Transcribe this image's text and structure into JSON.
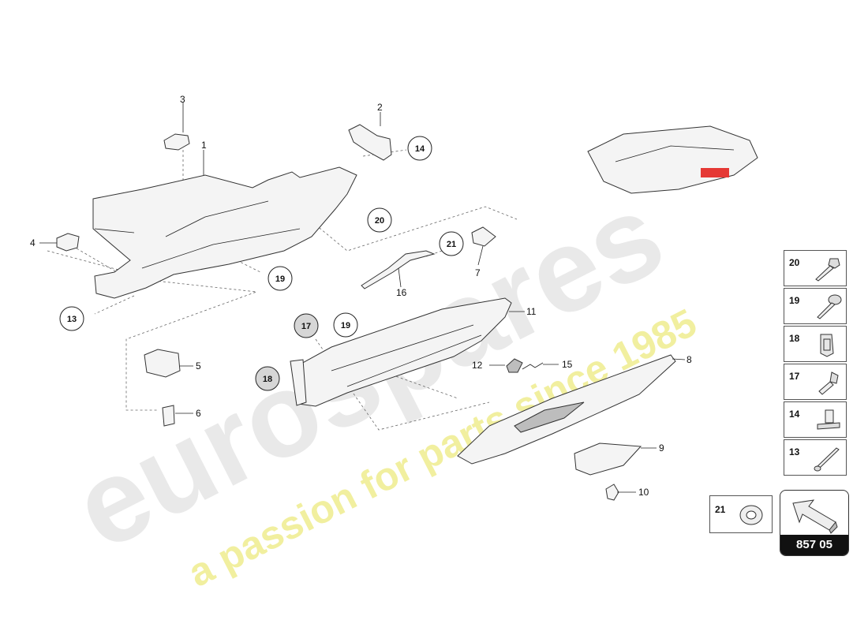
{
  "diagram": {
    "code": "857 05",
    "callouts": [
      "1",
      "2",
      "3",
      "4",
      "5",
      "6",
      "7",
      "8",
      "9",
      "10",
      "11",
      "12",
      "13",
      "14",
      "15",
      "16",
      "17",
      "18",
      "19",
      "20",
      "21"
    ],
    "circled": {
      "c14": "14",
      "c20": "20",
      "c21": "21",
      "c19a": "19",
      "c13": "13",
      "c17": "17",
      "c19b": "19",
      "c18": "18"
    }
  },
  "legend": {
    "items": [
      {
        "num": "20",
        "icon": "bolt-icon"
      },
      {
        "num": "19",
        "icon": "screw-icon"
      },
      {
        "num": "18",
        "icon": "clip-icon"
      },
      {
        "num": "17",
        "icon": "plug-icon"
      },
      {
        "num": "14",
        "icon": "push-rivet-icon"
      },
      {
        "num": "13",
        "icon": "pin-icon"
      }
    ],
    "box21": "21"
  },
  "watermark": {
    "brand": "eurospares",
    "tagline": "a passion for parts since 1985"
  },
  "colors": {
    "watermark_brand": "#e6e6e6",
    "watermark_tagline": "#f3f1a8",
    "highlight": "#e53935",
    "code_bg": "#111111"
  }
}
